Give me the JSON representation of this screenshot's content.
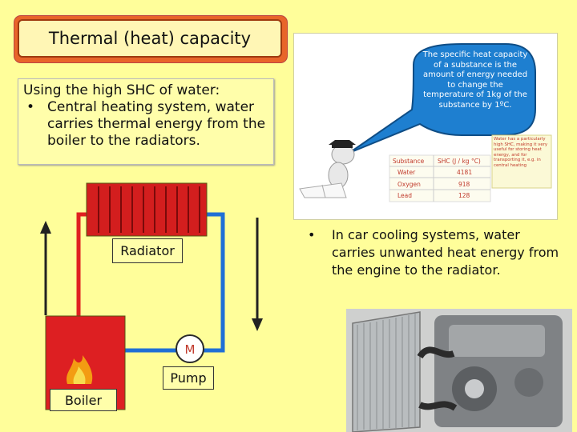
{
  "title": "Thermal (heat) capacity",
  "intro": {
    "line1": "Using the high SHC of water:",
    "bullet_marker": "•",
    "bullet_text": "Central heating system, water carries thermal energy from the boiler to the radiators."
  },
  "car_bullet": {
    "marker": "•",
    "text": "In car cooling systems, water carries unwanted heat energy from the engine to the radiator."
  },
  "diagram": {
    "radiator_label": "Radiator",
    "pump_symbol": "M",
    "pump_label": "Pump",
    "boiler_label": "Boiler"
  },
  "speech": {
    "text": "The specific heat capacity of a substance is the amount of energy needed to change the temperature of 1kg of the substance by 1ºC.",
    "note": "Water has a particularly high SHC, making it very useful for storing heat energy, and for transporting it, e.g. in central heating"
  },
  "shc_table": {
    "headers": [
      "Substance",
      "SHC  (J / kg °C)"
    ],
    "rows": [
      [
        "Water",
        "4181"
      ],
      [
        "Oxygen",
        "918"
      ],
      [
        "Lead",
        "128"
      ]
    ]
  },
  "colors": {
    "background": "#fffe9a",
    "title_border": "#e8652a",
    "hot_pipe": "#e02020",
    "cold_pipe": "#1f6fd6",
    "speech_bubble": "#1e7fd0"
  }
}
